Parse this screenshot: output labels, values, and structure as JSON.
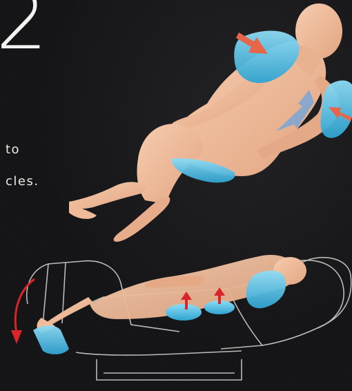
{
  "step": {
    "number": "2"
  },
  "caption": {
    "line1": "to",
    "line2": "cles."
  },
  "colors": {
    "skin": "#f2c09e",
    "skin_shade": "#e0a07c",
    "airbag": "#5cc4e8",
    "arrow_red": "#d9242a",
    "arrow_blue": "#7aa6d6",
    "chair_outline": "#dcdcdc"
  },
  "icons": [
    "pressure-arrow-icon",
    "recline-arc-arrow-icon"
  ]
}
